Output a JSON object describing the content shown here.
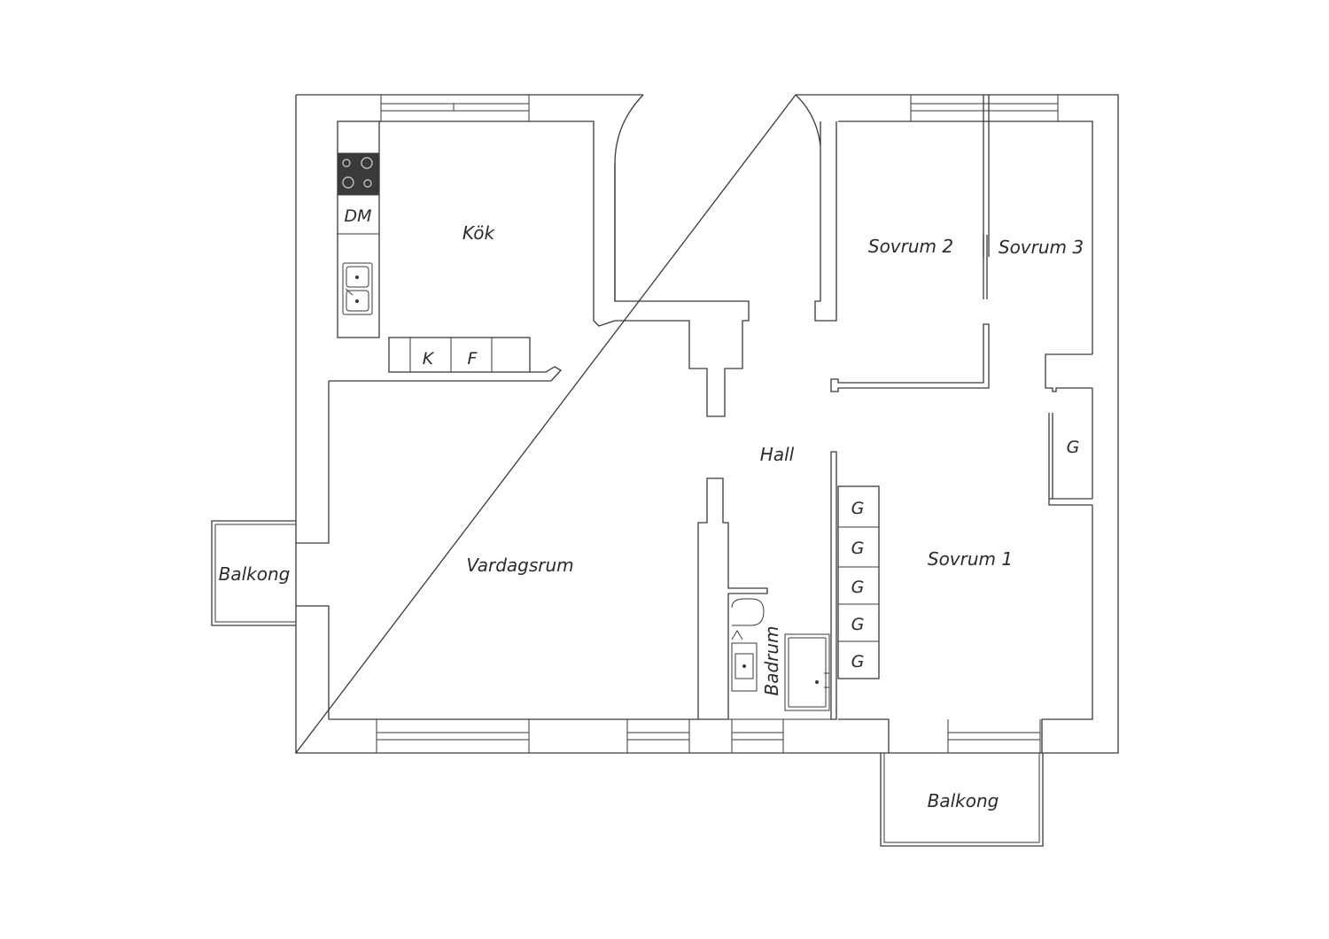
{
  "rooms": {
    "kok": "Kök",
    "sovrum2": "Sovrum 2",
    "sovrum3": "Sovrum 3",
    "hall": "Hall",
    "vardagsrum": "Vardagsrum",
    "sovrum1": "Sovrum 1",
    "badrum": "Badrum",
    "balkong_west": "Balkong",
    "balkong_south": "Balkong"
  },
  "fixtures": {
    "dishwasher": "DM",
    "fridge": "K",
    "freezer": "F",
    "wardrobe": "G"
  },
  "icons": [
    "stove-icon",
    "sink-icon",
    "toilet-icon",
    "washbasin-icon",
    "bathtub-icon"
  ],
  "colors": {
    "line": "#3a3a3a",
    "stove": "#3a3a3a",
    "background": "#ffffff"
  }
}
